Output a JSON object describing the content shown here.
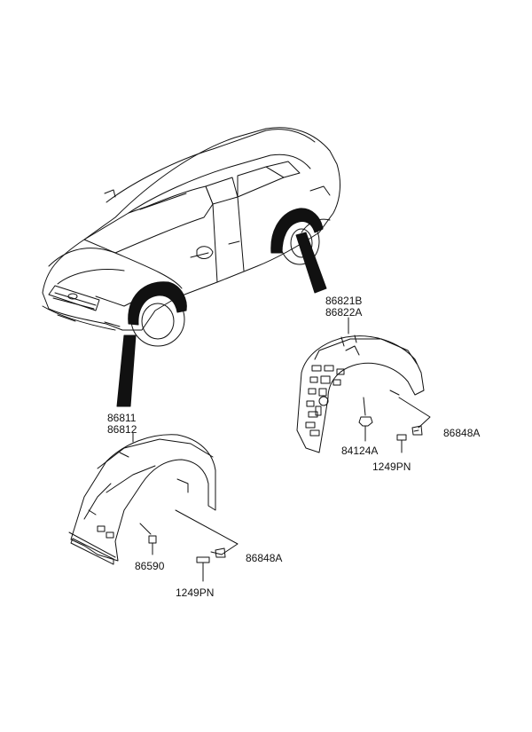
{
  "diagram": {
    "labels": {
      "rear_upper": "86821B",
      "rear_lower": "86822A",
      "front_upper": "86811",
      "front_lower": "86812",
      "rear_clip": "86848A",
      "rear_nut": "84124A",
      "rear_bolt": "1249PN",
      "front_clip": "86848A",
      "front_screw": "86590",
      "front_bolt": "1249PN"
    }
  }
}
